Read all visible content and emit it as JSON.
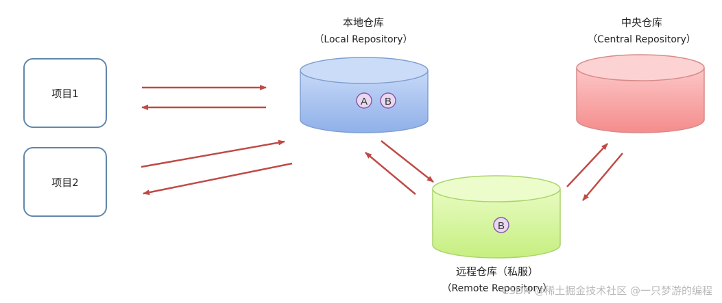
{
  "projects": [
    {
      "label": "项目1"
    },
    {
      "label": "项目2"
    }
  ],
  "repositories": {
    "local": {
      "title": "本地仓库",
      "subtitle": "（Local Repository）",
      "artifacts": [
        "A",
        "B"
      ],
      "color": "#a9c4ef"
    },
    "central": {
      "title": "中央仓库",
      "subtitle": "（Central Repository）",
      "color": "#f7a3a3"
    },
    "remote": {
      "title": "远程仓库（私服）",
      "subtitle": "（Remote Repository）",
      "artifacts": [
        "B"
      ],
      "color": "#d4f59a"
    }
  },
  "colors": {
    "arrow": "#bf4a45",
    "project_border": "#5f86ac",
    "artifact_fill": "#e8d8f0",
    "artifact_stroke": "#8a5aa8"
  },
  "watermark": "CSDN @稀土掘金技术社区 @一只梦游的编程"
}
